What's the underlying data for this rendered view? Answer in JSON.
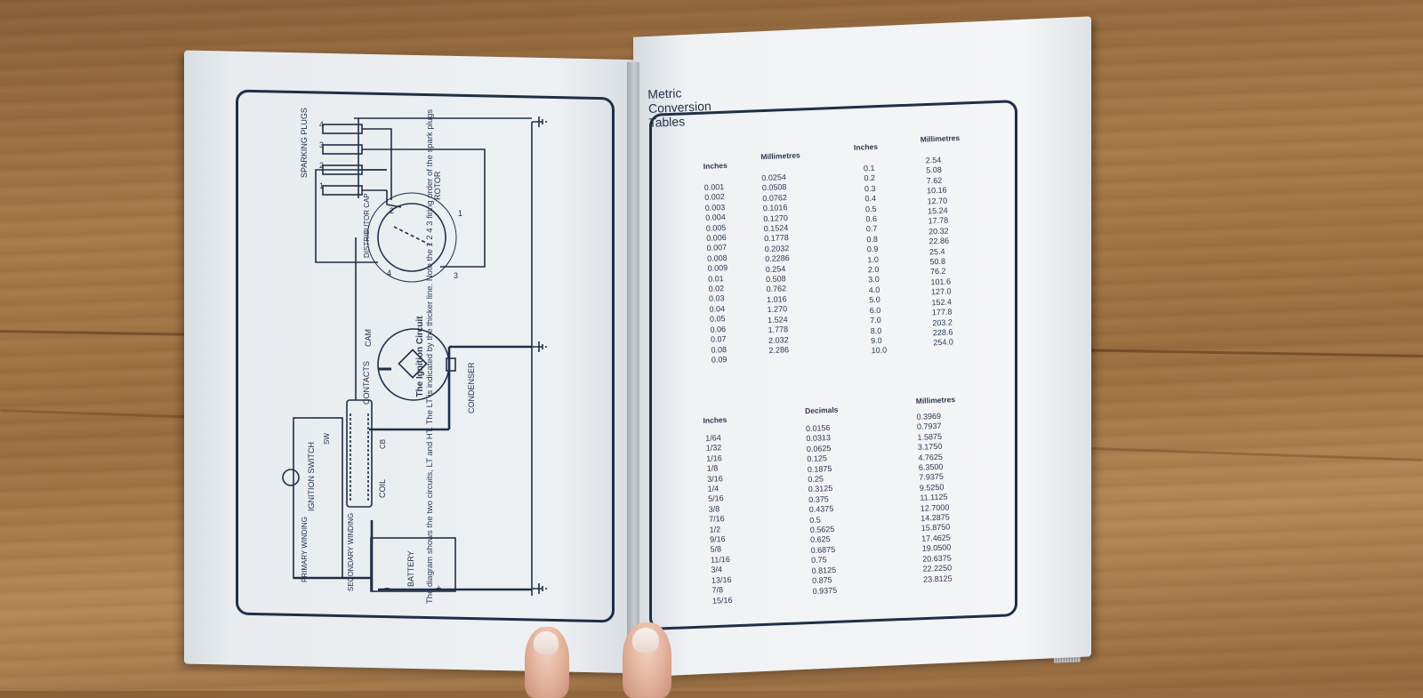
{
  "left_page": {
    "labels": {
      "sparking_plugs": "SPARKING PLUGS",
      "plug_numbers": [
        "4",
        "3",
        "2",
        "1"
      ],
      "rotor": "ROTOR",
      "distributor_cap": "DISTRIBUTOR CAP",
      "cap_numbers": [
        "2",
        "1",
        "4",
        "3"
      ],
      "cam": "CAM",
      "contacts": "CONTACTS",
      "condenser": "CONDENSER",
      "ignition_switch": "IGNITION SWITCH",
      "sw": "SW",
      "cb": "CB",
      "coil": "COIL",
      "primary_winding": "PRIMARY WINDING",
      "secondary_winding": "SECONDARY WINDING",
      "battery": "BATTERY",
      "minus": "−",
      "plus": "+"
    },
    "caption_title": "The Ignition Circuit",
    "caption_text": "The diagram shows the two circuits, LT and HT. The LT is indicated by the thicker line. Note the 1 2 4 3 firing order of the spark plugs"
  },
  "right_page": {
    "title": "Metric Conversion Tables",
    "table1": {
      "headers": [
        "Inches",
        "Millimetres",
        "Inches",
        "Millimetres"
      ],
      "inches_a": [
        "0.001",
        "0.002",
        "0.003",
        "0.004",
        "0.005",
        "0.006",
        "0.007",
        "0.008",
        "0.009",
        "0.01",
        "0.02",
        "0.03",
        "0.04",
        "0.05",
        "0.06",
        "0.07",
        "0.08",
        "0.09"
      ],
      "mm_a": [
        "0.0254",
        "0.0508",
        "0.0762",
        "0.1016",
        "0.1270",
        "0.1524",
        "0.1778",
        "0.2032",
        "0.2286",
        "0.254",
        "0.508",
        "0.762",
        "1.016",
        "1.270",
        "1.524",
        "1.778",
        "2.032",
        "2.286"
      ],
      "inches_b": [
        "0.1",
        "0.2",
        "0.3",
        "0.4",
        "0.5",
        "0.6",
        "0.7",
        "0.8",
        "0.9",
        "1.0",
        "2.0",
        "3.0",
        "4.0",
        "5.0",
        "6.0",
        "7.0",
        "8.0",
        "9.0",
        "10.0"
      ],
      "mm_b": [
        "2.54",
        "5.08",
        "7.62",
        "10.16",
        "12.70",
        "15.24",
        "17.78",
        "20.32",
        "22.86",
        "25.4",
        "50.8",
        "76.2",
        "101.6",
        "127.0",
        "152.4",
        "177.8",
        "203.2",
        "228.6",
        "254.0"
      ]
    },
    "table2": {
      "headers": [
        "Inches",
        "Decimals",
        "Millimetres"
      ],
      "fractions": [
        "1/64",
        "1/32",
        "1/16",
        "1/8",
        "3/16",
        "1/4",
        "5/16",
        "3/8",
        "7/16",
        "1/2",
        "9/16",
        "5/8",
        "11/16",
        "3/4",
        "13/16",
        "7/8",
        "15/16"
      ],
      "decimals": [
        "0.0156",
        "0.0313",
        "0.0625",
        "0.125",
        "0.1875",
        "0.25",
        "0.3125",
        "0.375",
        "0.4375",
        "0.5",
        "0.5625",
        "0.625",
        "0.6875",
        "0.75",
        "0.8125",
        "0.875",
        "0.9375"
      ],
      "millimetres": [
        "0.3969",
        "0.7937",
        "1.5875",
        "3.1750",
        "4.7625",
        "6.3500",
        "7.9375",
        "9.5250",
        "11.1125",
        "12.7000",
        "14.2875",
        "15.8750",
        "17.4625",
        "19.0500",
        "20.6375",
        "22.2250",
        "23.8125"
      ]
    }
  },
  "colors": {
    "ink": "#1f2f47",
    "paper": "#f1f3f5",
    "wood": "#a87a4a"
  }
}
